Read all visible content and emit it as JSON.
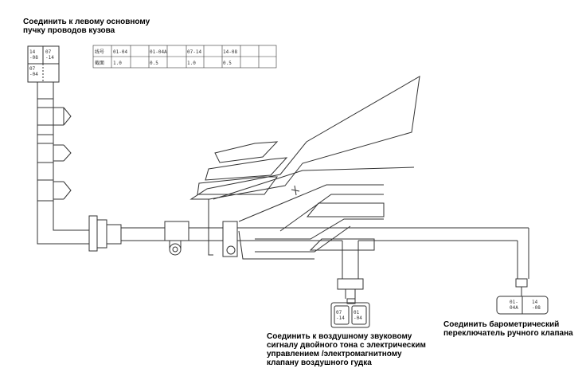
{
  "captions": {
    "left_harness": [
      "Соединить к левому основному",
      "пучку проводов кузова"
    ],
    "air_horn": [
      "Соединить к воздушному звуковому",
      "сигналу двойного тона с электрическим",
      "управлением /электромагнитному",
      "клапану воздушного гудка"
    ],
    "barometric": [
      "Соединить барометрический",
      "переключатель ручного клапана"
    ]
  },
  "wire_table": {
    "rows": [
      {
        "header": "线号",
        "cells": [
          "01-04",
          "01-04A",
          "07-14",
          "14-08"
        ]
      },
      {
        "header": "截面",
        "cells": [
          "1.0",
          "0.5",
          "1.0",
          "0.5"
        ]
      }
    ]
  },
  "connectors": {
    "left": {
      "pins": [
        "14\n-08",
        "07\n-14",
        "07\n-04",
        ""
      ]
    },
    "horn": {
      "pins": [
        "07\n-14",
        "01\n-04"
      ]
    },
    "barometric": {
      "pins": [
        "01-\n04A",
        "14\n-08"
      ]
    }
  },
  "colors": {
    "line": "#333333",
    "background": "#ffffff"
  }
}
